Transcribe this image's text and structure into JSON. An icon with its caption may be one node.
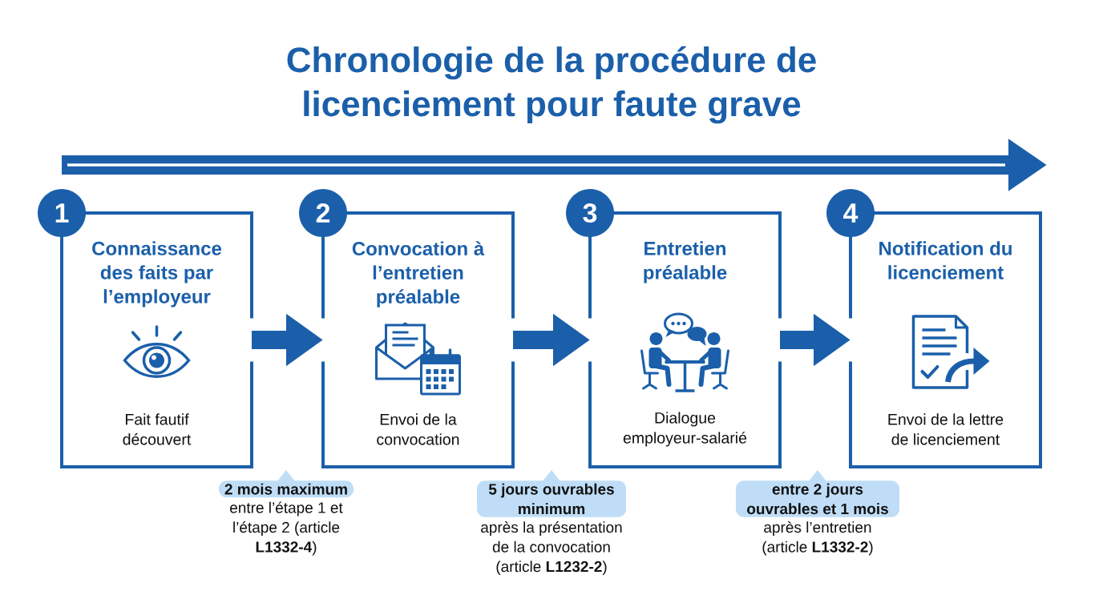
{
  "diagram": {
    "title": "Chronologie de la procédure de licenciement pour faute grave",
    "nodes": [
      {
        "text": [
          "1"
        ]
      },
      {
        "text": [
          "Connaissance des faits par l’employeur",
          "Fait fautif découvert"
        ]
      },
      {
        "text": [
          "2"
        ]
      },
      {
        "text": [
          "Convocation à l’entretien préalable",
          "Envoi de la convocation"
        ]
      },
      {
        "text": [
          "3"
        ]
      },
      {
        "text": [
          "Entretien préalable",
          "Dialogue employeur-salarié"
        ]
      },
      {
        "text": [
          "4"
        ]
      },
      {
        "text": [
          "Notification du licenciement",
          "Envoi de la lettre de licenciement"
        ]
      }
    ],
    "edges": [
      {
        "from": 1,
        "to": 3,
        "arrow": "to"
      },
      {
        "from": 3,
        "to": 5,
        "arrow": "to"
      },
      {
        "from": 5,
        "to": 7,
        "arrow": "to"
      }
    ],
    "labels": [
      "2 mois maximum",
      "entre l’étape 1 et l’étape 2 (article **L1332-4**)",
      "5 jours ouvrables minimum",
      "après la présentation de la convocation (article **L1232-2**)",
      "entre 2 jours ouvrables et 1 mois",
      "après l’entretien (article **L1332-2**)"
    ]
  }
}
